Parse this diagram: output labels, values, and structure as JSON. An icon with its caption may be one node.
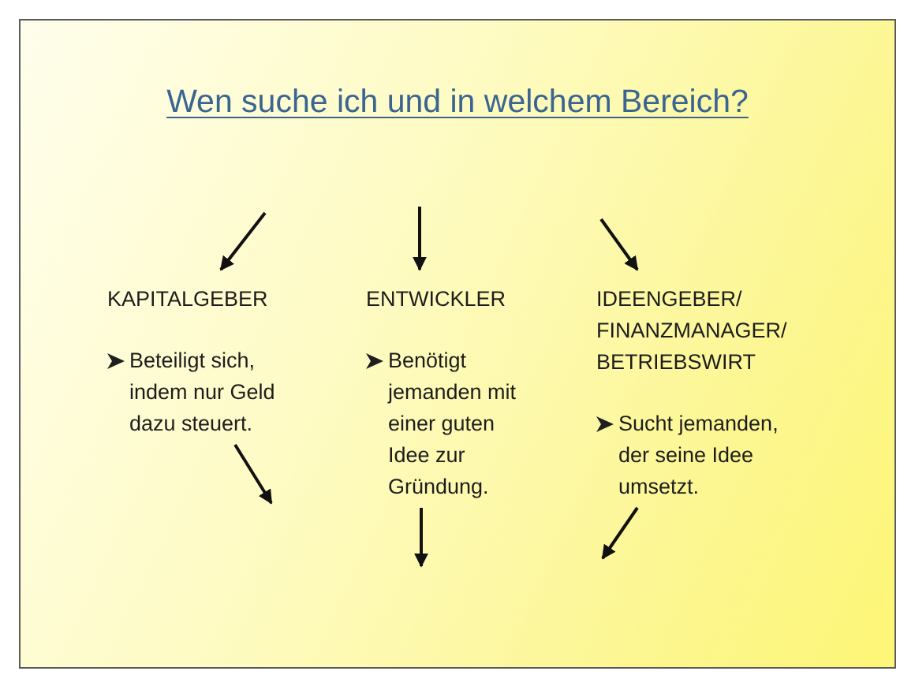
{
  "diagram": {
    "title": "Wen suche ich und in welchem Bereich?",
    "nodes": [
      {
        "text": [
          "KAPITALGEBER",
          "Beteiligt sich, indem nur Geld dazu steuert."
        ]
      },
      {
        "text": [
          "ENTWICKLER",
          "Benötigt jemanden mit einer guten Idee zur Gründung."
        ]
      },
      {
        "text": [
          "IDEENGEBER/ FINANZMANAGER/ BETRIEBSWIRT",
          "Sucht jemanden, der seine Idee umsetzt."
        ]
      }
    ],
    "edges": [
      {
        "from": null,
        "to": 0,
        "arrow": "to"
      },
      {
        "from": null,
        "to": 1,
        "arrow": "to"
      },
      {
        "from": null,
        "to": 2,
        "arrow": "to"
      },
      {
        "from": 0,
        "to": null,
        "arrow": "to"
      },
      {
        "from": 1,
        "to": null,
        "arrow": "to"
      },
      {
        "from": 2,
        "to": null,
        "arrow": "to"
      }
    ]
  }
}
